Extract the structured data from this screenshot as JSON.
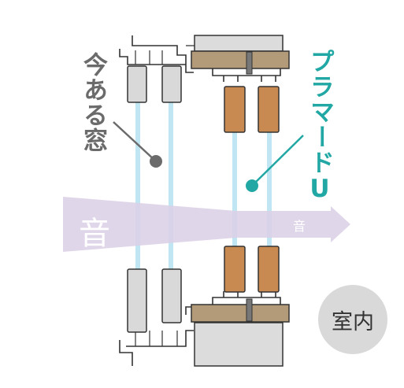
{
  "labels": {
    "existing_window": "今ある窓",
    "plamado_u": "プラマードU",
    "sound_outside": "音",
    "sound_inside": "音",
    "room_interior": "室内"
  },
  "colors": {
    "wall": "#dcdcdc",
    "frame_line": "#333333",
    "wood_trim": "#b39b7a",
    "sash_wood": "#c98a52",
    "glass": "#bfe6f2",
    "sound_arrow": "#dcd0e6",
    "teal_accent": "#22a8a4",
    "grey_dot": "#6b6b6b",
    "badge_bg": "#d9d9d9"
  }
}
